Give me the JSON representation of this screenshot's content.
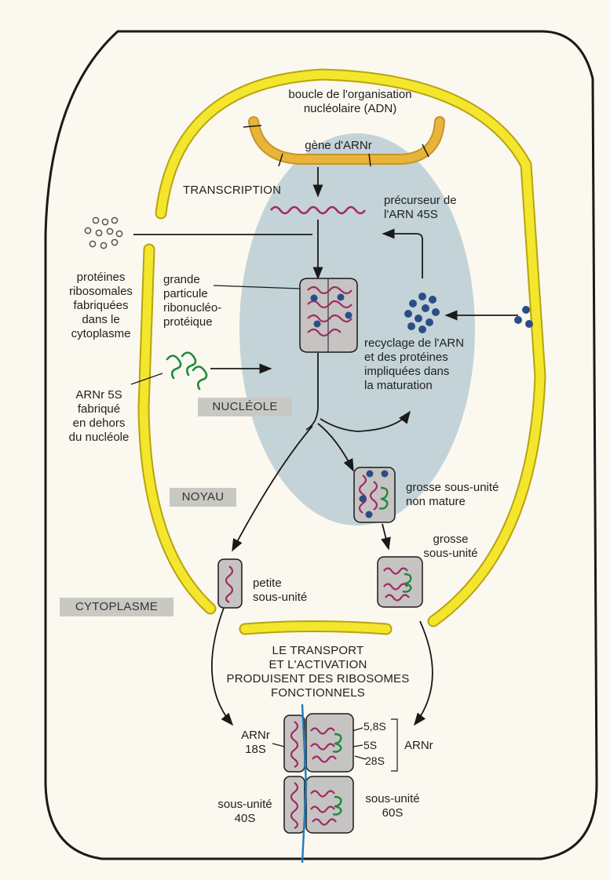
{
  "labels": {
    "loop_title": "boucle de l'organisation\nnucléolaire (ADN)",
    "gene": "gène d'ARNr",
    "transcription": "TRANSCRIPTION",
    "precursor": "précurseur de\nl'ARN 45S",
    "ribosomal_proteins": "protéines\nribosomales\nfabriquées\ndans le\ncytoplasme",
    "large_particle": "grande\nparticule\nribonucléo-\nprotéique",
    "recycling": "recyclage de l'ARN\net des protéines\nimpliquées dans\nla maturation",
    "rna5s": "ARNr 5S\nfabriqué\nen dehors\ndu nucléole",
    "nucleolus": "NUCLÉOLE",
    "nucleus": "NOYAU",
    "immature_large": "grosse sous-unité\nnon mature",
    "large_subunit": "grosse\nsous-unité",
    "small_subunit": "petite\nsous-unité",
    "cytoplasm": "CYTOPLASME",
    "transport": "LE TRANSPORT\nET L'ACTIVATION\nPRODUISENT DES RIBOSOMES\nFONCTIONNELS",
    "rna18s": "ARNr\n18S",
    "s58": "5,8S",
    "s5": "5S",
    "s28": "28S",
    "arnr_bracket": "ARNr",
    "sub40": "sous-unité\n40S",
    "sub60": "sous-unité\n60S"
  },
  "colors": {
    "membrane": "#f4e62c",
    "membrane_edge": "#b7a410",
    "dna_loop": "#e8b43a",
    "nucleolus_region": "#b9ccd3",
    "rna_strand": "#a02a63",
    "rna_5s": "#1f8a3a",
    "protein_dot": "#2b4d86",
    "particle_fill": "#c6c3c3",
    "mrna_line": "#1f7bbd"
  }
}
